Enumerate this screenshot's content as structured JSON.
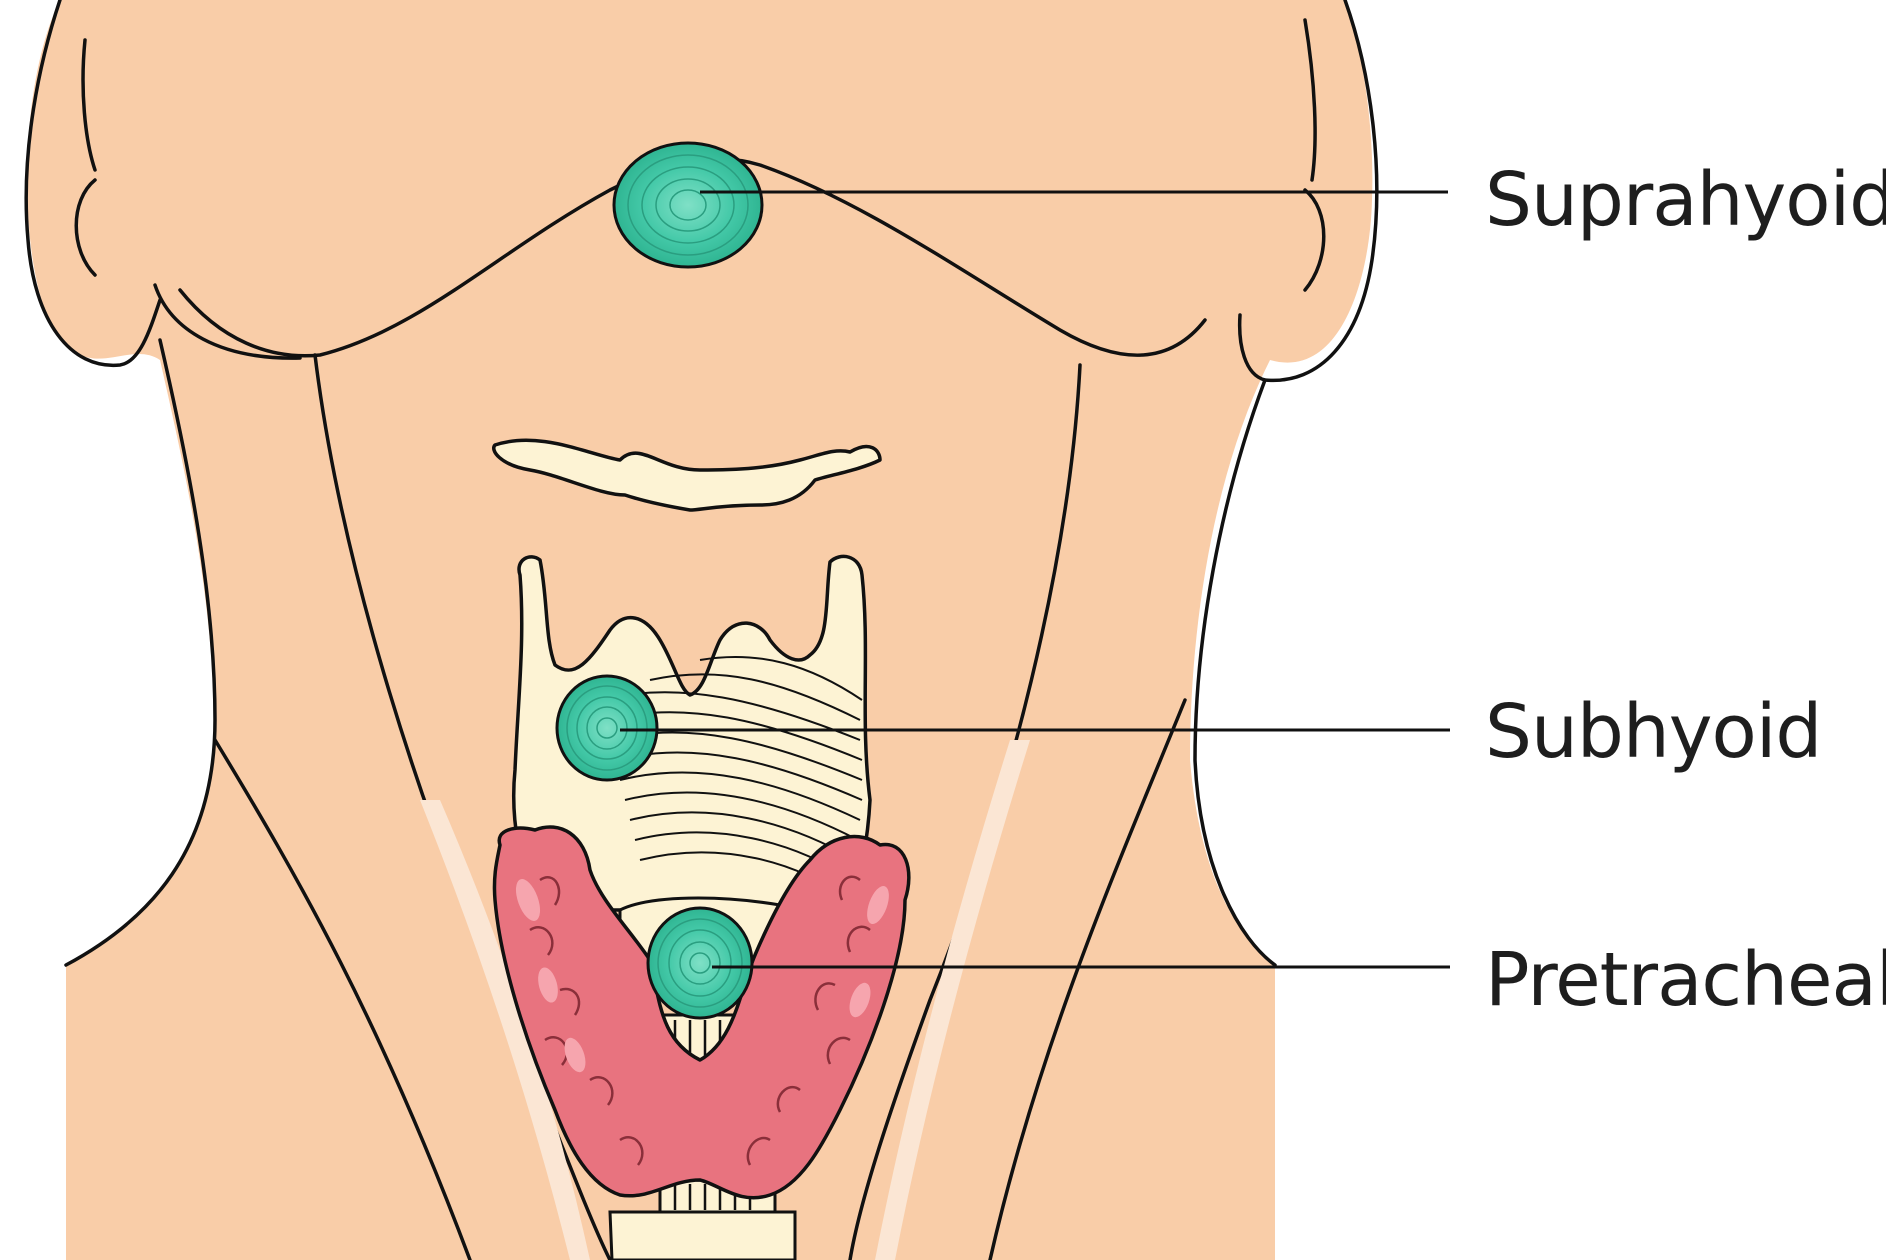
{
  "colors": {
    "skin": "#f9cda8",
    "cartilage": "#fdf3d4",
    "thyroid": "#e8737f",
    "thyroid_highlight": "#f6a5ae",
    "cyst": "#3ec7a5",
    "outline": "#111111",
    "background": "#ffffff"
  },
  "labels": {
    "suprahyoid": "Suprahyoid",
    "subhyoid": "Subhyoid",
    "pretracheal": "Pretracheal"
  }
}
